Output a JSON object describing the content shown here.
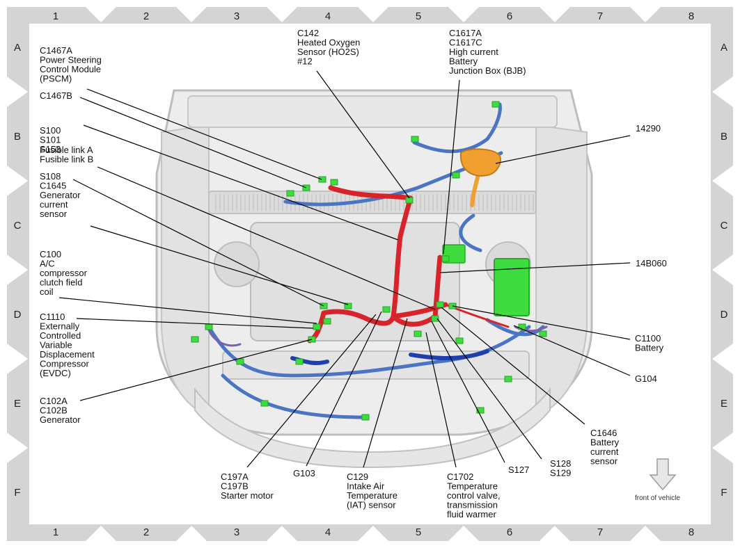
{
  "grid": {
    "columns": [
      "1",
      "2",
      "3",
      "4",
      "5",
      "6",
      "7",
      "8"
    ],
    "rows": [
      "A",
      "B",
      "C",
      "D",
      "E",
      "F"
    ]
  },
  "labels": {
    "c1467a": [
      "C1467A",
      "Power Steering",
      "Control Module",
      "(PSCM)"
    ],
    "c1467b": [
      "C1467B"
    ],
    "s100": [
      "S100",
      "S101",
      "S153"
    ],
    "fusible": [
      "Fusible link A",
      "Fusible link B"
    ],
    "s108": [
      "S108",
      "C1645",
      "Generator",
      "current",
      "sensor"
    ],
    "c100": [
      "C100",
      "A/C",
      "compressor",
      "clutch field",
      "coil"
    ],
    "c1110": [
      "C1110",
      "Externally",
      "Controlled",
      "Variable",
      "Displacement",
      "Compressor",
      "(EVDC)"
    ],
    "c102": [
      "C102A",
      "C102B",
      "Generator"
    ],
    "c142": [
      "C142",
      "Heated Oxygen",
      "Sensor (HO2S)",
      "#12"
    ],
    "c1617": [
      "C1617A",
      "C1617C",
      "High current",
      "Battery",
      "Junction Box (BJB)"
    ],
    "n14290": [
      "14290"
    ],
    "n14b060": [
      "14B060"
    ],
    "c1100": [
      "C1100",
      "Battery"
    ],
    "g104": [
      "G104"
    ],
    "c1646": [
      "C1646",
      "Battery",
      "current",
      "sensor"
    ],
    "s128": [
      "S128",
      "S129"
    ],
    "s127": [
      "S127"
    ],
    "c1702": [
      "C1702",
      "Temperature",
      "control valve,",
      "transmission",
      "fluid warmer"
    ],
    "c129": [
      "C129",
      "Intake Air",
      "Temperature",
      "(IAT) sensor"
    ],
    "g103": [
      "G103"
    ],
    "c197": [
      "C197A",
      "C197B",
      "Starter motor"
    ]
  },
  "front_of_vehicle": "front of vehicle",
  "colors": {
    "harness_red": "#d8232a",
    "harness_blue": "#4a74c4",
    "harness_darkblue": "#1f3fb0",
    "harness_purple": "#7b5fa8",
    "connector_green": "#3fdc3f",
    "bjb_orange": "#f0a030",
    "frame_gray": "#c8c8c8"
  }
}
